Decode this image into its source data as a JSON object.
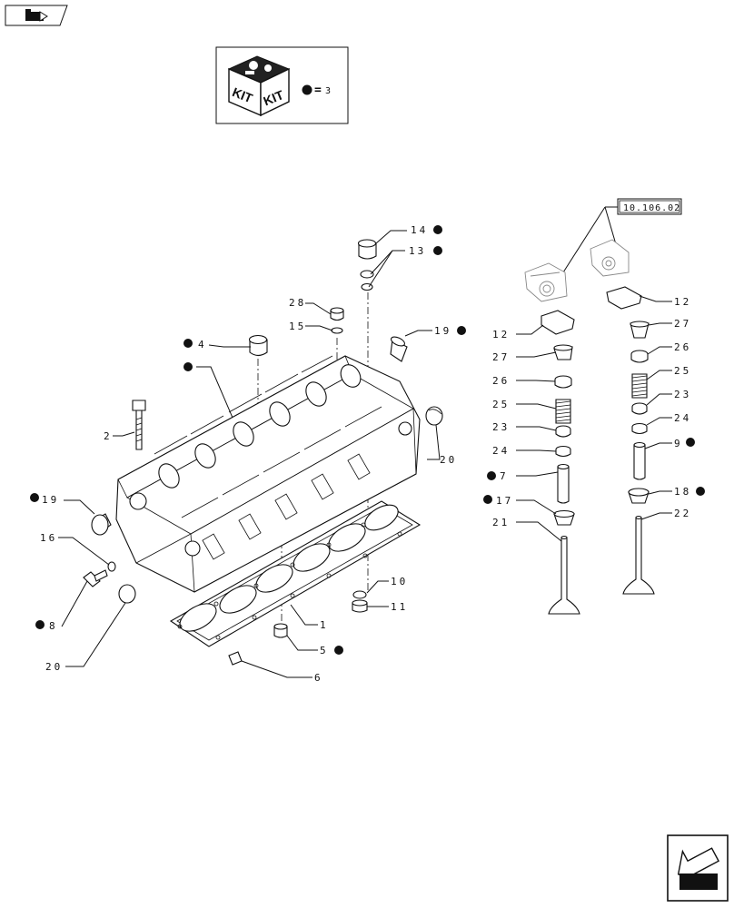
{
  "kit_box": {
    "kit_text_left": "KIT",
    "kit_text_right": "KIT",
    "equals": "=",
    "quantity": "3"
  },
  "reference": "10.106.02",
  "callouts": [
    {
      "id": "c14",
      "text": "14",
      "dot": true
    },
    {
      "id": "c13",
      "text": "13",
      "dot": true
    },
    {
      "id": "c28",
      "text": "28",
      "dot": false
    },
    {
      "id": "c15",
      "text": "15",
      "dot": false
    },
    {
      "id": "c19a",
      "text": "19",
      "dot": true
    },
    {
      "id": "c4",
      "text": "4",
      "dot": true
    },
    {
      "id": "c2",
      "text": "2",
      "dot": false
    },
    {
      "id": "c20a",
      "text": "20",
      "dot": false
    },
    {
      "id": "c19b",
      "text": "19",
      "dot": true
    },
    {
      "id": "c16",
      "text": "16",
      "dot": false
    },
    {
      "id": "c8",
      "text": "8",
      "dot": true
    },
    {
      "id": "c20b",
      "text": "20",
      "dot": false
    },
    {
      "id": "c10",
      "text": "10",
      "dot": false
    },
    {
      "id": "c11",
      "text": "11",
      "dot": false
    },
    {
      "id": "c1",
      "text": "1",
      "dot": false
    },
    {
      "id": "c5",
      "text": "5",
      "dot": true
    },
    {
      "id": "c6",
      "text": "6",
      "dot": false
    },
    {
      "id": "c12l",
      "text": "12",
      "dot": false
    },
    {
      "id": "c27l",
      "text": "27",
      "dot": false
    },
    {
      "id": "c26l",
      "text": "26",
      "dot": false
    },
    {
      "id": "c25l",
      "text": "25",
      "dot": false
    },
    {
      "id": "c23l",
      "text": "23",
      "dot": false
    },
    {
      "id": "c24l",
      "text": "24",
      "dot": false
    },
    {
      "id": "c7",
      "text": "7",
      "dot": true
    },
    {
      "id": "c17",
      "text": "17",
      "dot": true
    },
    {
      "id": "c21",
      "text": "21",
      "dot": false
    },
    {
      "id": "c12r",
      "text": "12",
      "dot": false
    },
    {
      "id": "c27r",
      "text": "27",
      "dot": false
    },
    {
      "id": "c26r",
      "text": "26",
      "dot": false
    },
    {
      "id": "c25r",
      "text": "25",
      "dot": false
    },
    {
      "id": "c23r",
      "text": "23",
      "dot": false
    },
    {
      "id": "c24r",
      "text": "24",
      "dot": false
    },
    {
      "id": "c9",
      "text": "9",
      "dot": true
    },
    {
      "id": "c18",
      "text": "18",
      "dot": true
    },
    {
      "id": "c22",
      "text": "22",
      "dot": false
    },
    {
      "id": "cBlock",
      "text": "",
      "dot": true
    }
  ],
  "icons": {
    "top_nav": "previous-page-icon",
    "bottom_nav": "next-page-icon",
    "kit": "kit-box-icon"
  }
}
